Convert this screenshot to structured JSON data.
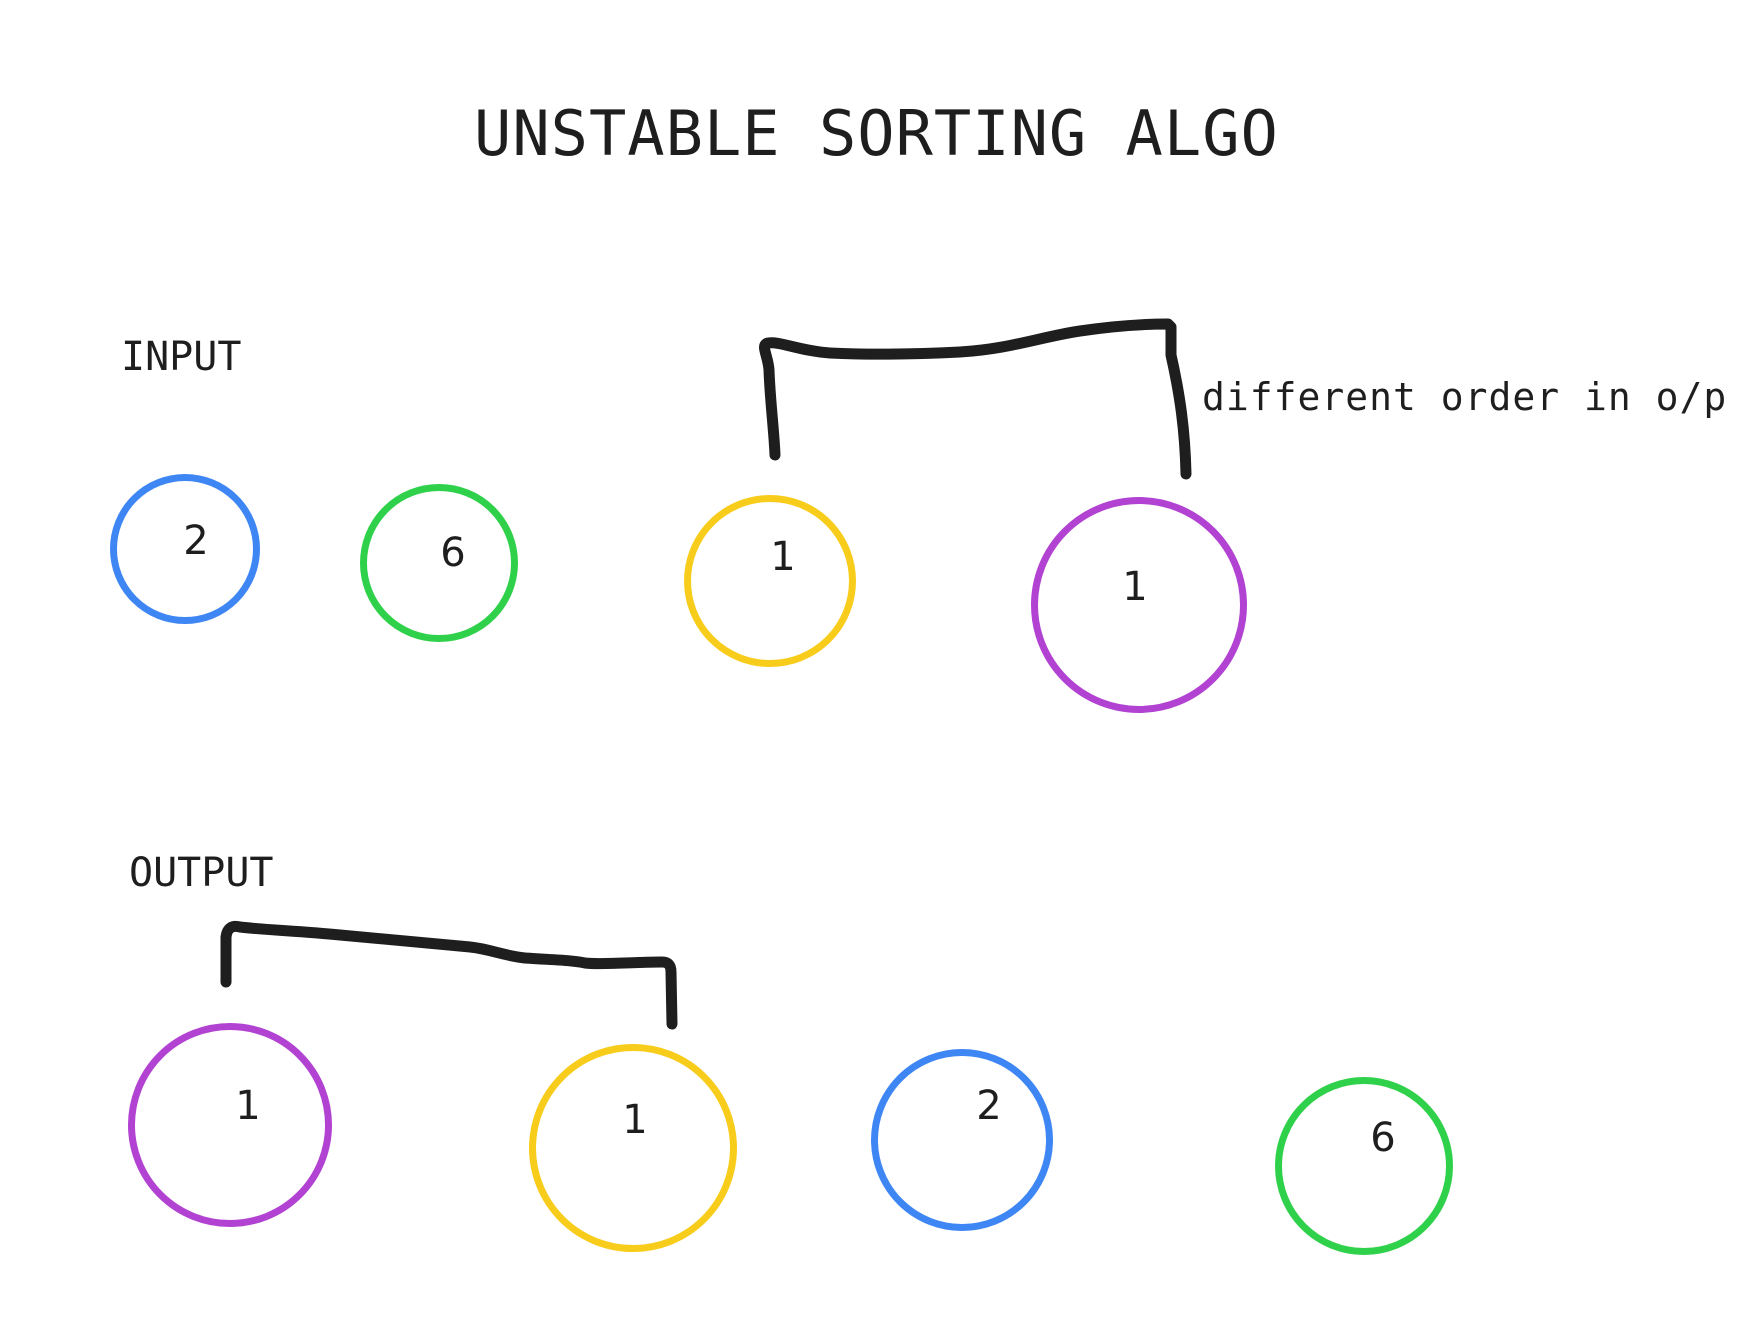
{
  "title": "UNSTABLE SORTING ALGO",
  "input": {
    "label": "INPUT",
    "nodes": [
      {
        "value": "2",
        "color": "#3f86f5"
      },
      {
        "value": "6",
        "color": "#2fd14a"
      },
      {
        "value": "1",
        "color": "#f7cc1a"
      },
      {
        "value": "1",
        "color": "#b142d2"
      }
    ]
  },
  "output": {
    "label": "OUTPUT",
    "nodes": [
      {
        "value": "1",
        "color": "#b142d2"
      },
      {
        "value": "1",
        "color": "#f7cc1a"
      },
      {
        "value": "2",
        "color": "#3f86f5"
      },
      {
        "value": "6",
        "color": "#2fd14a"
      }
    ]
  },
  "annotation": "different order in o/p",
  "colors": {
    "text": "#1e1e1e",
    "bracket": "#1e1e1e",
    "background": "#ffffff"
  }
}
